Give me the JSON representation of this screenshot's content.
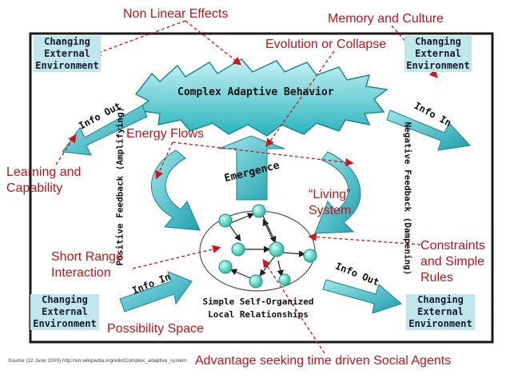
{
  "annotations": {
    "nonlinear": "Non Linear Effects",
    "memory": "Memory and Culture",
    "evolution": "Evolution or Collapse",
    "energy": "Energy Flows",
    "learning": "Learning and Capability",
    "living": "“Living” System",
    "constraints": "Constraints and Simple Rules",
    "short_range": "Short Range Interaction",
    "possibility": "Possibility Space",
    "advantage": "Advantage seeking time driven Social Agents"
  },
  "diagram": {
    "env_top_left": [
      "Changing",
      "External",
      "Environment"
    ],
    "env_top_right": [
      "Changing",
      "External",
      "Environment"
    ],
    "env_bottom_left": [
      "Changing",
      "External",
      "Environment"
    ],
    "env_bottom_right": [
      "Changing",
      "External",
      "Environment"
    ],
    "complex_adaptive": "Complex Adaptive Behavior",
    "info_out_left": "Info Out",
    "info_in_right": "Info In",
    "info_in_bottom": "Info In",
    "info_out_bottom": "Info Out",
    "emergence": "Emergence",
    "positive_feedback": "Positive Feedback (Amplifying)",
    "negative_feedback": "Negative Feedback (Dampening)",
    "self_organized": "Simple Self-Organized Local Relationships"
  },
  "source": "Source (22 June 2009) http://en.wikipedia.org/wiki/Complex_adaptive_system",
  "colors": {
    "annotation": "#c0141a",
    "teal": "#35b8c4",
    "burst": "#2fc4c8",
    "node": "#45d4c0"
  }
}
